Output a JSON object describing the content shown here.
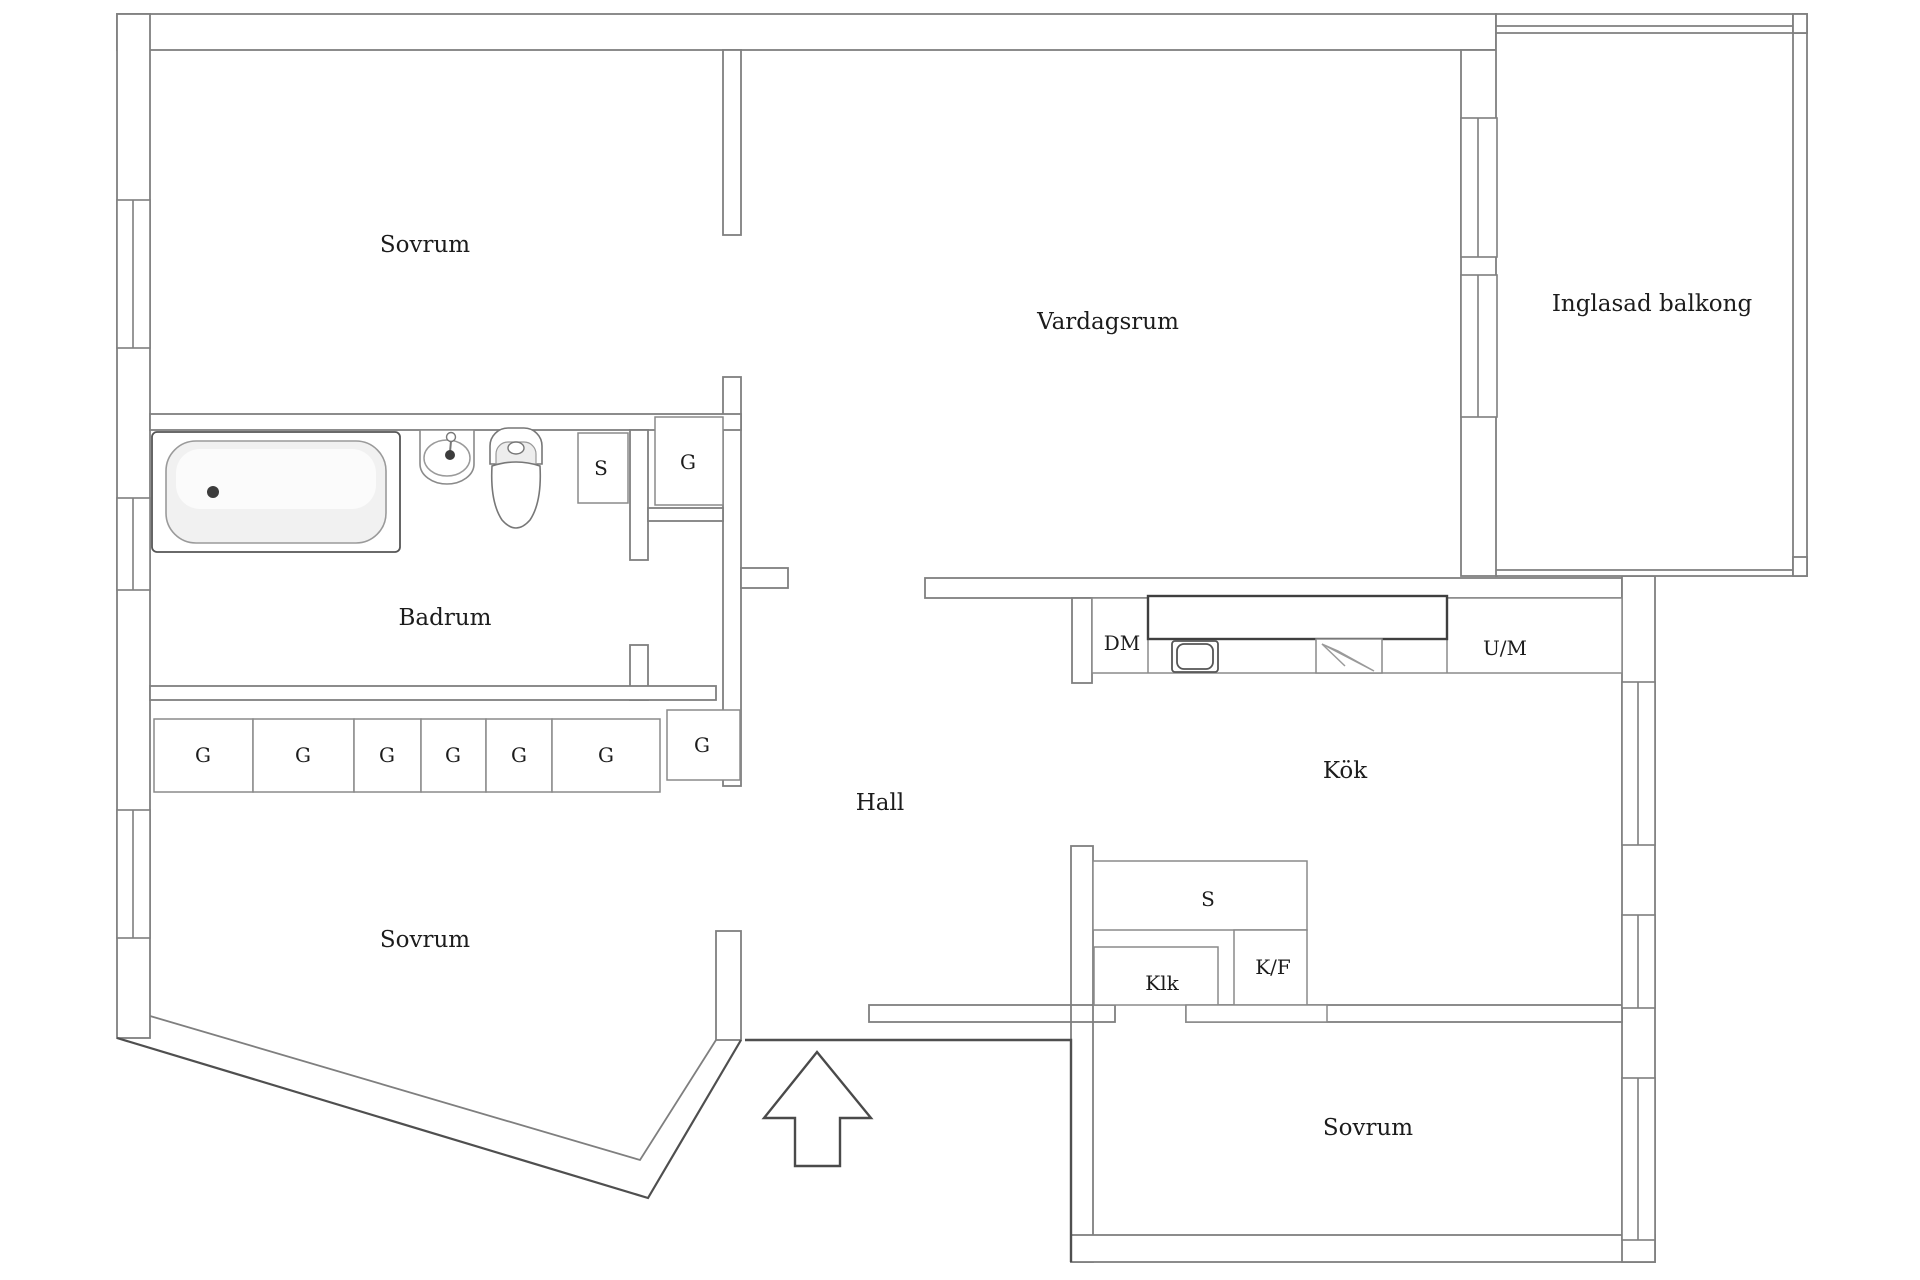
{
  "plan": {
    "type": "apartment-floor-plan",
    "language": "Swedish",
    "colors": {
      "background": "#ffffff",
      "wall_line": "#7f7f7f",
      "dark_line": "#4a4a4a",
      "fixture_line": "#8a8a8a",
      "fixture_fill": "#f1f1f1",
      "text": "#1c1c1c"
    },
    "rooms": [
      {
        "id": "sovrum-top-left",
        "label": "Sovrum"
      },
      {
        "id": "vardagsrum",
        "label": "Vardagsrum"
      },
      {
        "id": "inglasad-balkong",
        "label": "Inglasad balkong"
      },
      {
        "id": "badrum",
        "label": "Badrum"
      },
      {
        "id": "hall",
        "label": "Hall"
      },
      {
        "id": "kok",
        "label": "Kök"
      },
      {
        "id": "sovrum-bottom-left",
        "label": "Sovrum"
      },
      {
        "id": "sovrum-bottom-right",
        "label": "Sovrum"
      }
    ],
    "closets": {
      "bathroom_s": "S",
      "bathroom_g": "G",
      "g_row": [
        "G",
        "G",
        "G",
        "G",
        "G",
        "G"
      ],
      "g_single": "G",
      "kitchen_s": "S",
      "klk": "Klk",
      "kf": "K/F"
    },
    "appliances": {
      "dishwasher": "DM",
      "washing_machine": "U/M"
    },
    "fixtures": [
      "bathtub",
      "washbasin",
      "toilet",
      "kitchen-sink",
      "stove"
    ],
    "entrance": {
      "symbol": "arrow-up"
    }
  }
}
